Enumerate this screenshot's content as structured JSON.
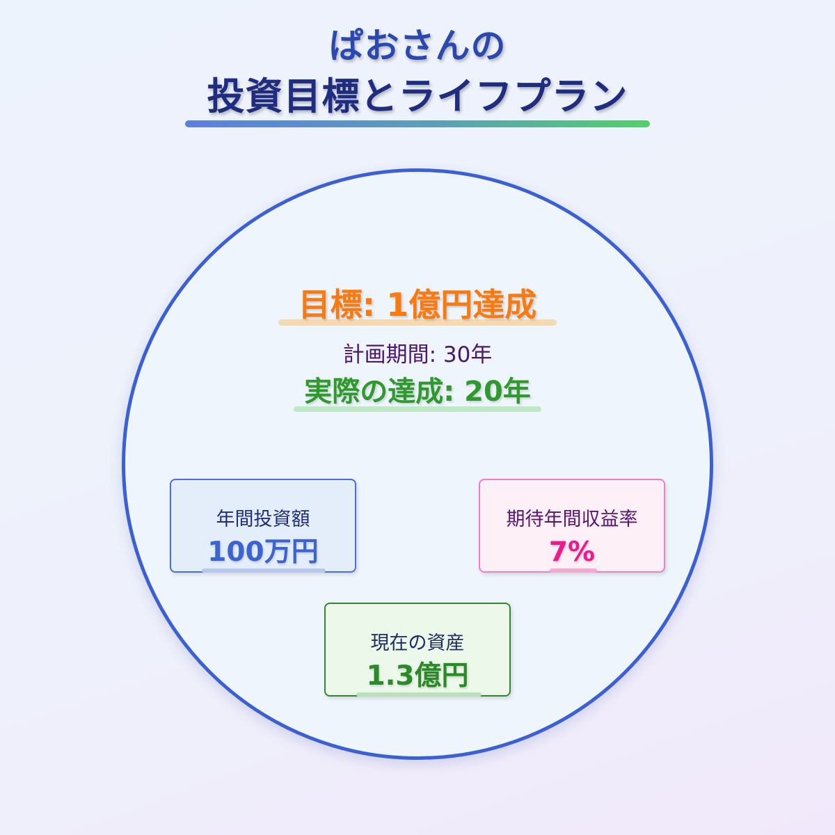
{
  "header": {
    "title_line1": "ぱおさんの",
    "title_line2": "投資目標とライフプラン"
  },
  "goal": {
    "headline": "目標: 1億円達成",
    "planned_period": "計画期間: 30年",
    "actual_achievement": "実際の達成: 20年"
  },
  "cards": {
    "annual_investment": {
      "label": "年間投資額",
      "value": "100万円"
    },
    "expected_return": {
      "label": "期待年間収益率",
      "value": "7%"
    },
    "current_assets": {
      "label": "現在の資産",
      "value": "1.3億円"
    }
  },
  "colors": {
    "title": "#1f2c80",
    "circle_border": "#3b60d6",
    "goal": "#f97b0f",
    "actual": "#2e9a2c",
    "annual_value": "#3c63d2",
    "return_value": "#f0188c",
    "assets_value": "#2b8a28"
  }
}
